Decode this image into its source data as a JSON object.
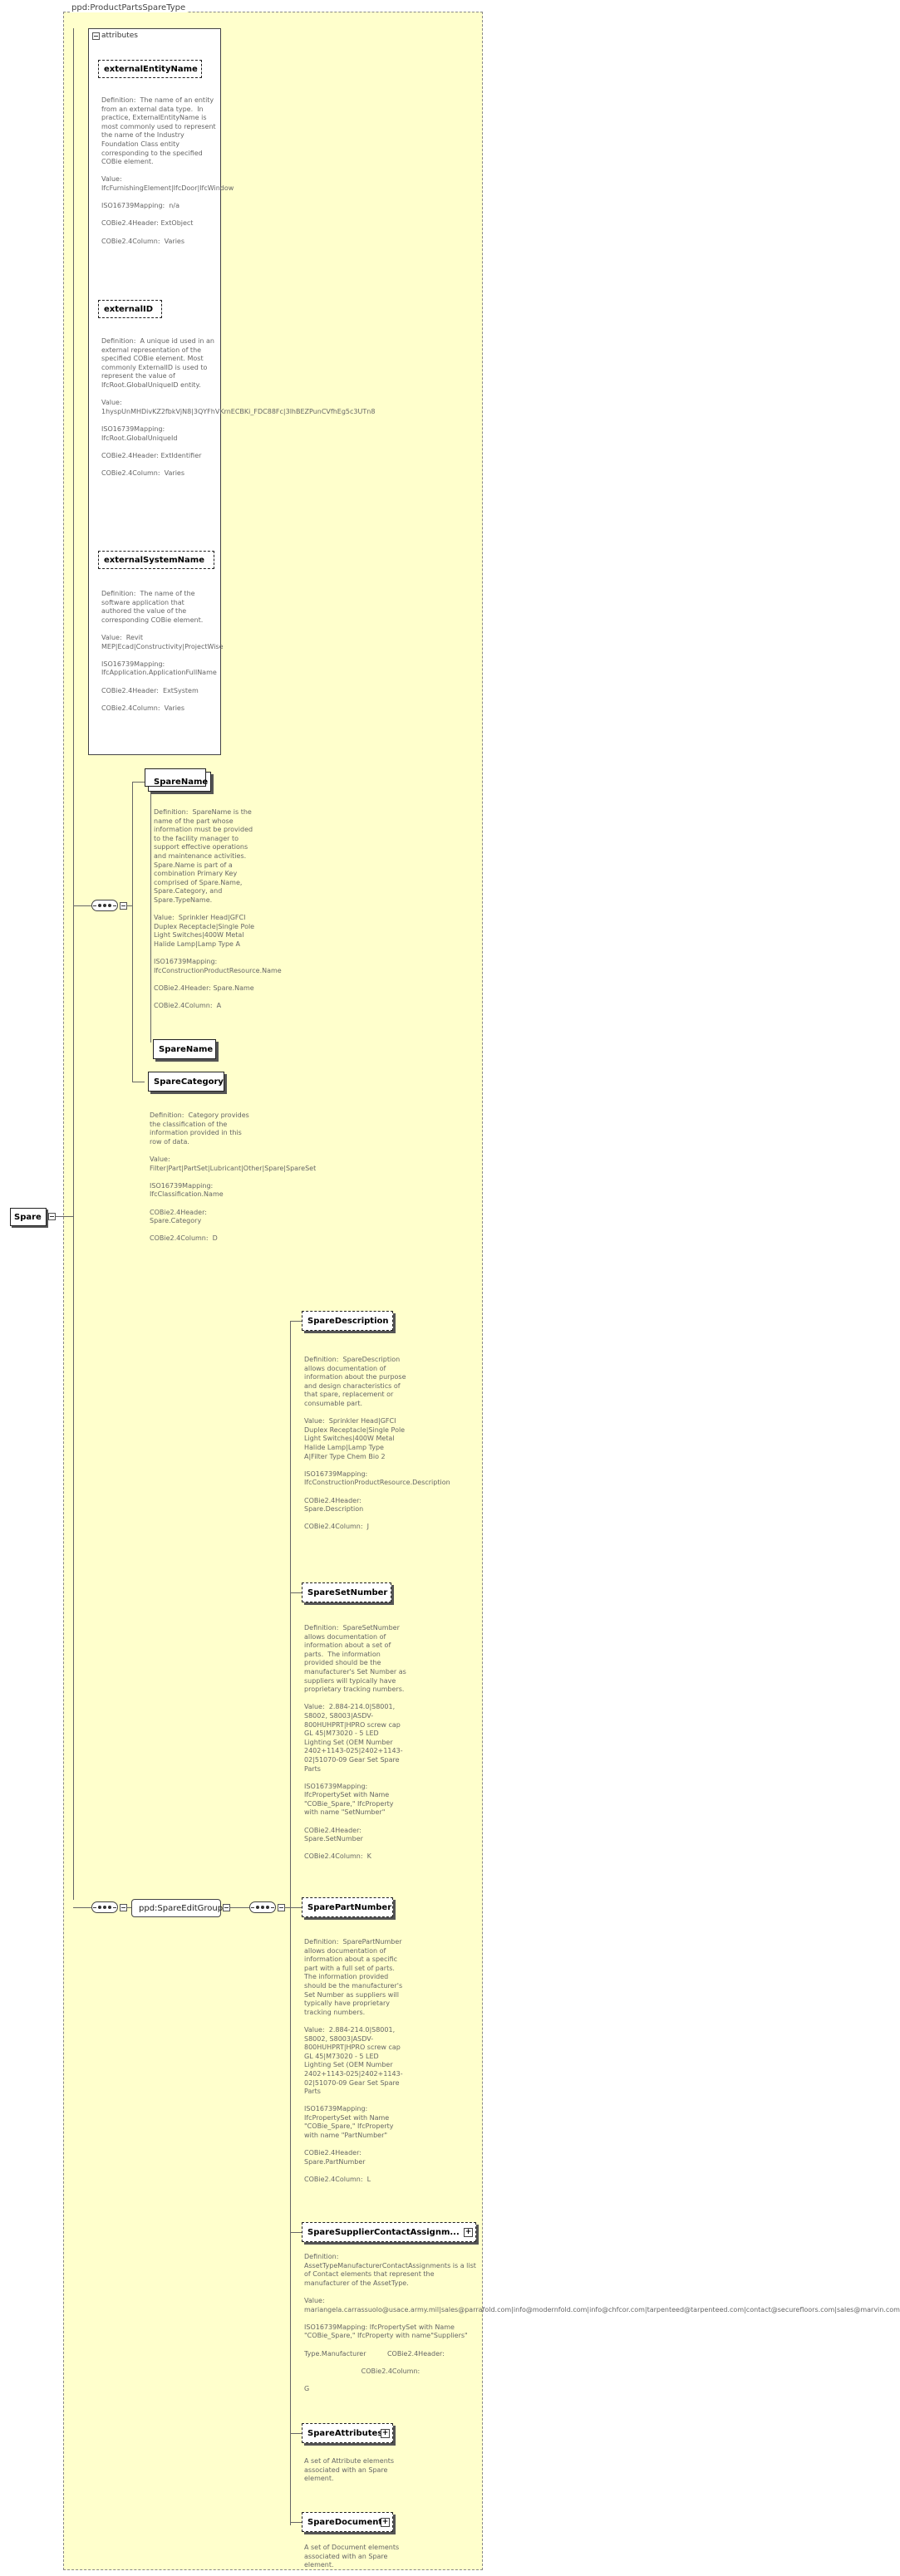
{
  "diagram": {
    "outer_title": "ppd:ProductPartsSpareType",
    "root": {
      "label": "Spare"
    },
    "attributes_tab": "attributes",
    "attributes": [
      {
        "name": "externalEntityName",
        "description": "Definition:  The name of an entity from an external data type.  In practice, ExternalEntityName is most commonly used to represent the name of the Industry Foundation Class entity corresponding to the specified COBie element.\n\nValue: IfcFurnishingElement|IfcDoor|IfcWindow\n\nISO16739Mapping:  n/a\n\nCOBie2.4Header: ExtObject\n\nCOBie2.4Column:  Varies"
      },
      {
        "name": "externalID",
        "description": "Definition:  A unique id used in an external representation of the specified COBie element. Most commonly ExternalID is used to represent the value of IfcRoot.GlobalUniqueID entity.\n\nValue: 1hyspUnMHDivKZ2fbkVjN8|3QYFhVKrnECBKi_FDC88Fc|3lhBEZPunCVfhEg5c3UTn8\n\nISO16739Mapping: IfcRoot.GlobalUniqueId\n\nCOBie2.4Header: ExtIdentifier\n\nCOBie2.4Column:  Varies"
      },
      {
        "name": "externalSystemName",
        "description": "Definition:  The name of the software application that authored the value of the corresponding COBie element.\n\nValue:  Revit MEP|Ecad|Constructivity|ProjectWise\n\nISO16739Mapping: IfcApplication.ApplicationFullName\n\nCOBie2.4Header:  ExtSystem\n\nCOBie2.4Column:  Varies"
      }
    ],
    "spare_name": {
      "name": "SpareName",
      "description": "Definition:  SpareName is the name of the part whose information must be provided to the facility manager to support effective operations and maintenance activities. Spare.Name is part of a combination Primary Key comprised of Spare.Name, Spare.Category, and Spare.TypeName.\n\nValue:  Sprinkler Head|GFCI Duplex Receptacle|Single Pole Light Switches|400W Metal Halide Lamp|Lamp Type A\n\nISO16739Mapping: IfcConstructionProductResource.Name\n\nCOBie2.4Header: Spare.Name\n\nCOBie2.4Column:  A",
      "inner": "SpareName"
    },
    "spare_category": {
      "name": "SpareCategory",
      "description": "Definition:  Category provides the classification of the information provided in this row of data.\n\nValue: Filter|Part|PartSet|Lubricant|Other|Spare|SpareSet\n\nISO16739Mapping: IfcClassification.Name\n\nCOBie2.4Header: Spare.Category\n\nCOBie2.4Column:  D"
    },
    "group": {
      "label": "ppd:SpareEditGroup"
    },
    "group_elements": [
      {
        "name": "SpareDescription",
        "description": "Definition:  SpareDescription allows documentation of information about the purpose and design characteristics of that spare, replacement or consumable part.\n\nValue:  Sprinkler Head|GFCI Duplex Receptacle|Single Pole Light Switches|400W Metal Halide Lamp|Lamp Type A|Filter Type Chem Bio 2\n\nISO16739Mapping: IfcConstructionProductResource.Description\n\nCOBie2.4Header: Spare.Description\n\nCOBie2.4Column:  J"
      },
      {
        "name": "SpareSetNumber",
        "description": "Definition:  SpareSetNumber allows documentation of information about a set of parts.  The information provided should be the manufacturer's Set Number as suppliers will typically have proprietary tracking numbers.\n\nValue:  2.884-214.0|S8001, S8002, S8003|ASDV-800HUHPRT|HPRO screw cap GL 45|M73020 - 5 LED Lighting Set (OEM Number 2402+1143-025|2402+1143-02|51070-09 Gear Set Spare Parts\n\nISO16739Mapping: IfcPropertySet with Name \"COBie_Spare,\" IfcProperty with name \"SetNumber\"\n\nCOBie2.4Header: Spare.SetNumber\n\nCOBie2.4Column:  K"
      },
      {
        "name": "SparePartNumber",
        "description": "Definition:  SparePartNumber allows documentation of information about a specific part with a full set of parts. The information provided should be the manufacturer's Set Number as suppliers will typically have proprietary tracking numbers.\n\nValue:  2.884-214.0|S8001, S8002, S8003|ASDV-800HUHPRT|HPRO screw cap GL 45|M73020 - 5 LED Lighting Set (OEM Number 2402+1143-025|2402+1143-02|51070-09 Gear Set Spare Parts\n\nISO16739Mapping: IfcPropertySet with Name \"COBie_Spare,\" IfcProperty with name \"PartNumber\"\n\nCOBie2.4Header: Spare.PartNumber\n\nCOBie2.4Column:  L"
      },
      {
        "name": "SpareSupplierContactAssignm...",
        "description": "Definition:  AssetTypeManufacturerContactAssignments is a list of Contact elements that represent the manufacturer of the AssetType.\n\nValue:  mariangela.carrassuolo@usace.army.mil|sales@parrafold.com|info@modernfold.com|info@chfcor.com|tarpenteed@tarpenteed.com|contact@securefloors.com|sales@marvin.com\n\nISO16739Mapping: IfcPropertySet with Name \"COBie_Spare,\" IfcProperty with name\"Suppliers\"\n\nType.Manufacturer          COBie2.4Header:\n\n                           COBie2.4Column:\n\nG"
      },
      {
        "name": "SpareAttributes",
        "description": "A set of Attribute elements associated with an Spare element."
      },
      {
        "name": "SpareDocuments",
        "description": "A set of Document elements associated with an Spare element."
      }
    ]
  }
}
